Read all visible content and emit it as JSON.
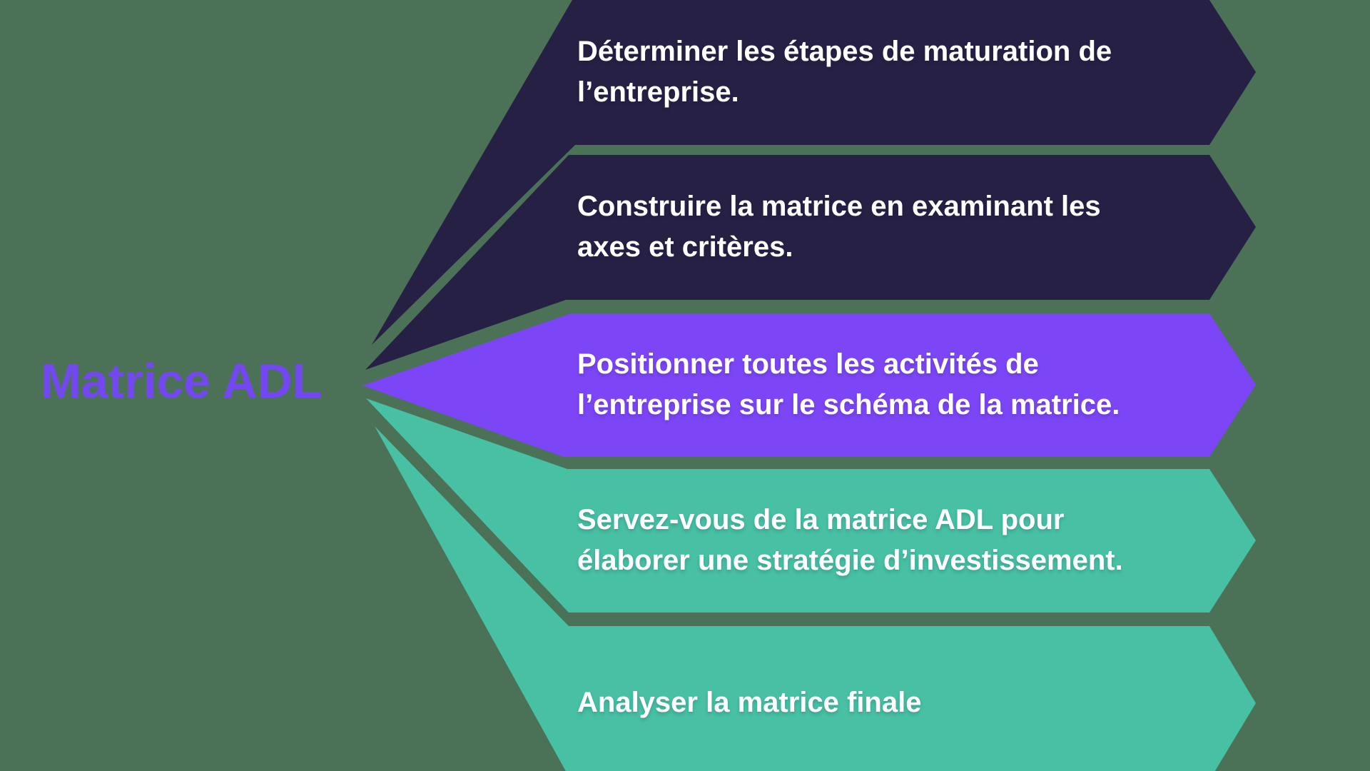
{
  "background_color": "#4B7156",
  "text_color": "#FFFFFF",
  "title": {
    "text": "Matrice ADL",
    "color": "#7448F1"
  },
  "steps": [
    {
      "id": 1,
      "color": "#272045",
      "lines": [
        "Déterminer les étapes de maturation de",
        "l’entreprise."
      ]
    },
    {
      "id": 2,
      "color": "#272045",
      "lines": [
        "Construire la matrice en examinant les",
        "axes et critères."
      ]
    },
    {
      "id": 3,
      "color": "#7C46F7",
      "lines": [
        "Positionner toutes les activités de",
        "l’entreprise sur le schéma de la matrice."
      ]
    },
    {
      "id": 4,
      "color": "#47C0A4",
      "lines": [
        "Servez-vous de la matrice ADL pour",
        "élaborer une stratégie d’investissement."
      ]
    },
    {
      "id": 5,
      "color": "#47C0A4",
      "lines": [
        "Analyser la matrice finale"
      ]
    }
  ]
}
